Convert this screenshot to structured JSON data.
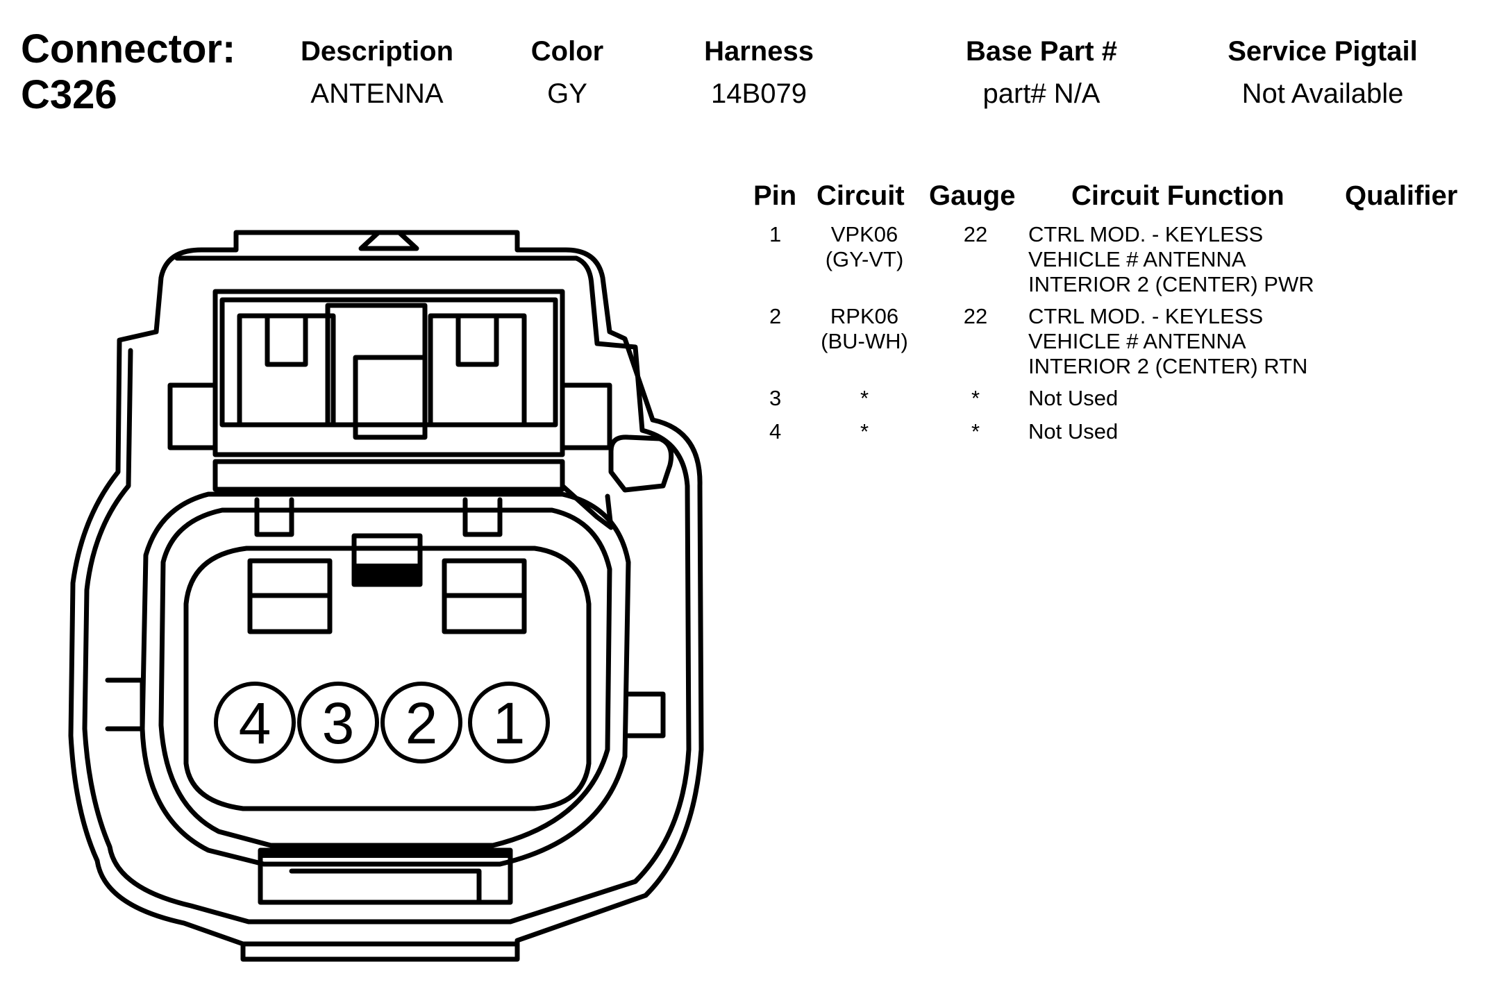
{
  "connector": {
    "label": "Connector:",
    "id": "C326"
  },
  "info_columns": [
    {
      "header": "Description",
      "value": "ANTENNA"
    },
    {
      "header": "Color",
      "value": "GY"
    },
    {
      "header": "Harness",
      "value": "14B079"
    },
    {
      "header": "Base Part #",
      "value": "part# N/A"
    },
    {
      "header": "Service Pigtail",
      "value": "Not Available"
    }
  ],
  "pin_table": {
    "headers": {
      "pin": "Pin",
      "circuit": "Circuit",
      "gauge": "Gauge",
      "function": "Circuit Function",
      "qualifier": "Qualifier"
    },
    "rows": [
      {
        "pin": "1",
        "circuit": [
          "VPK06",
          "(GY-VT)"
        ],
        "gauge": "22",
        "function": [
          "CTRL MOD. - KEYLESS",
          "VEHICLE # ANTENNA",
          "INTERIOR 2 (CENTER) PWR"
        ]
      },
      {
        "pin": "2",
        "circuit": [
          "RPK06",
          "(BU-WH)"
        ],
        "gauge": "22",
        "function": [
          "CTRL MOD. - KEYLESS",
          "VEHICLE # ANTENNA",
          "INTERIOR 2 (CENTER) RTN"
        ]
      },
      {
        "pin": "3",
        "circuit": [
          "*"
        ],
        "gauge": "*",
        "function": [
          "Not Used"
        ]
      },
      {
        "pin": "4",
        "circuit": [
          "*"
        ],
        "gauge": "*",
        "function": [
          "Not Used"
        ]
      }
    ]
  },
  "diagram": {
    "pin_labels": [
      "4",
      "3",
      "2",
      "1"
    ]
  }
}
